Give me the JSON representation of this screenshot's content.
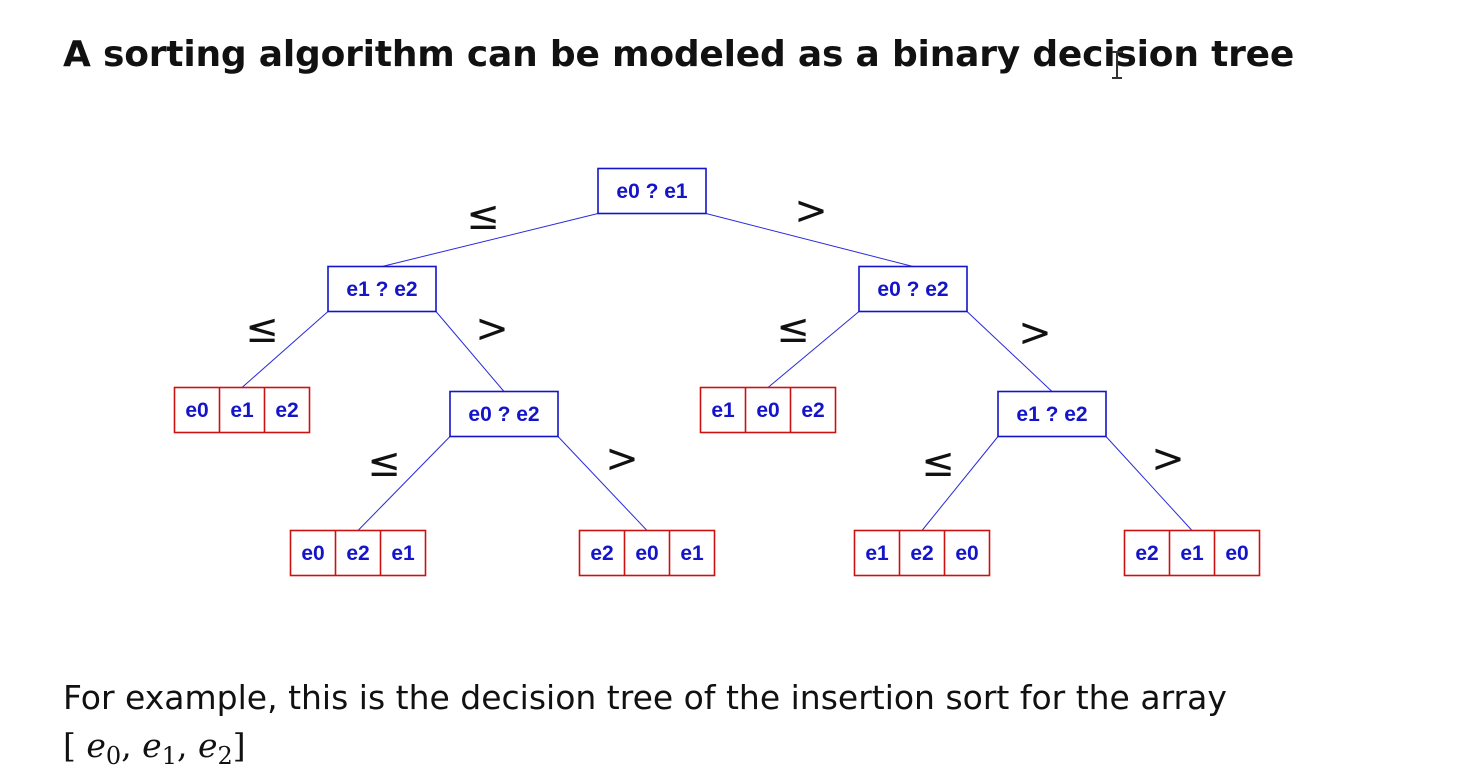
{
  "title": "A sorting algorithm can be modeled as a binary decision tree",
  "caption_line1": "For example, this is the decision tree of the insertion sort for the array",
  "caption_array": {
    "open": "[",
    "close": "]",
    "sep": ", ",
    "elements": [
      {
        "base": "e",
        "sub": "0"
      },
      {
        "base": "e",
        "sub": "1"
      },
      {
        "base": "e",
        "sub": "2"
      }
    ]
  },
  "colors": {
    "node_border": "#1414c8",
    "leaf_border": "#cc1111",
    "text": "#1414c8",
    "edge": "#2b2bd9"
  },
  "edge_labels": {
    "le": "≤",
    "gt": ">"
  },
  "tree": {
    "id": "root",
    "label": "e0 ? e1",
    "le": {
      "id": "n-l",
      "label": "e1 ? e2",
      "le": {
        "leaf": [
          "e0",
          "e1",
          "e2"
        ]
      },
      "gt": {
        "id": "n-lr",
        "label": "e0 ? e2",
        "le": {
          "leaf": [
            "e0",
            "e2",
            "e1"
          ]
        },
        "gt": {
          "leaf": [
            "e2",
            "e0",
            "e1"
          ]
        }
      }
    },
    "gt": {
      "id": "n-r",
      "label": "e0 ? e2",
      "le": {
        "leaf": [
          "e1",
          "e0",
          "e2"
        ]
      },
      "gt": {
        "id": "n-rr",
        "label": "e1 ? e2",
        "le": {
          "leaf": [
            "e1",
            "e2",
            "e0"
          ]
        },
        "gt": {
          "leaf": [
            "e2",
            "e1",
            "e0"
          ]
        }
      }
    }
  }
}
